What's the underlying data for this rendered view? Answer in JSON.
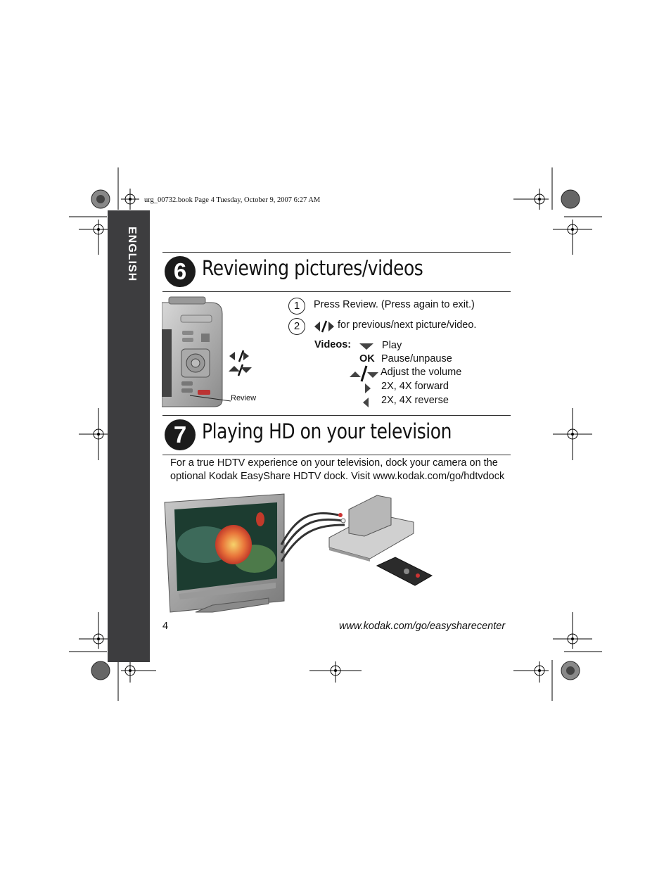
{
  "print_meta": "urg_00732.book  Page 4  Tuesday, October 9, 2007  6:27 AM",
  "side_tab": "ENGLISH",
  "section6": {
    "number": "6",
    "title": "Reviewing pictures/videos",
    "step1_num": "1",
    "step1_text": "Press Review. (Press again to exit.)",
    "step2_num": "2",
    "step2_text": "for previous/next picture/video.",
    "review_label": "Review",
    "videos_label": "Videos:",
    "video_items": [
      {
        "icon": "down-arrow-icon",
        "text": "Play"
      },
      {
        "icon": "OK",
        "text": "Pause/unpause"
      },
      {
        "icon": "up-down-arrows-icon",
        "text": "Adjust the volume"
      },
      {
        "icon": "right-arrow-icon",
        "text": "2X, 4X forward"
      },
      {
        "icon": "left-arrow-icon",
        "text": "2X, 4X reverse"
      }
    ]
  },
  "section7": {
    "number": "7",
    "title": "Playing HD on your television",
    "line1": "For a true HDTV experience on your television, dock your camera on the",
    "line2": "optional Kodak EasyShare HDTV dock. Visit www.kodak.com/go/hdtvdock"
  },
  "footer": {
    "page_number": "4",
    "url": "www.kodak.com/go/easysharecenter"
  }
}
